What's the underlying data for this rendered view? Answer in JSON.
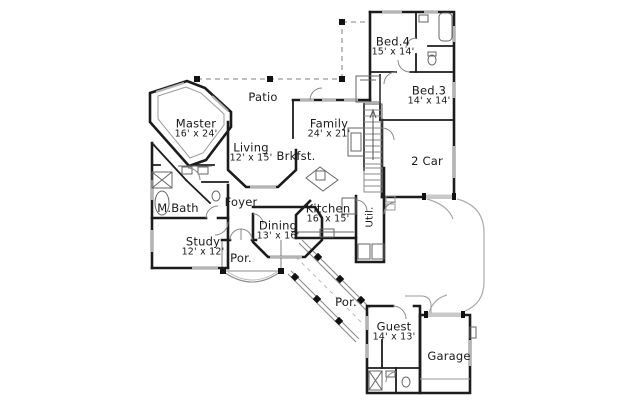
{
  "drawing": {
    "kind": "residential floor plan",
    "colors": {
      "wall": "#1c1c1c",
      "detail": "#8a8a8a",
      "window": "#b4b4b4",
      "text": "#1a1a1a",
      "background": "#ffffff"
    }
  },
  "rooms": {
    "bed4": {
      "label": "Bed.4",
      "dims": "15' x 14'"
    },
    "bed3": {
      "label": "Bed.3",
      "dims": "14' x 14'"
    },
    "patio": {
      "label": "Patio"
    },
    "master": {
      "label": "Master",
      "dims": "16' x 24'"
    },
    "family": {
      "label": "Family",
      "dims": "24' x 21'"
    },
    "living": {
      "label": "Living",
      "dims": "12' x 15'"
    },
    "brkfst": {
      "label": "Brkfst."
    },
    "two_car": {
      "label": "2 Car"
    },
    "mbath": {
      "label": "M.Bath"
    },
    "foyer": {
      "label": "Foyer"
    },
    "kitchen": {
      "label": "Kitchen",
      "dims": "16' x 15'"
    },
    "util": {
      "label": "Util."
    },
    "dining": {
      "label": "Dining",
      "dims": "13' x 16'"
    },
    "study": {
      "label": "Study",
      "dims": "12' x 12'"
    },
    "por_front": {
      "label": "Por."
    },
    "por_walk": {
      "label": "Por."
    },
    "guest": {
      "label": "Guest",
      "dims": "14' x 13'"
    },
    "garage": {
      "label": "Garage"
    }
  }
}
